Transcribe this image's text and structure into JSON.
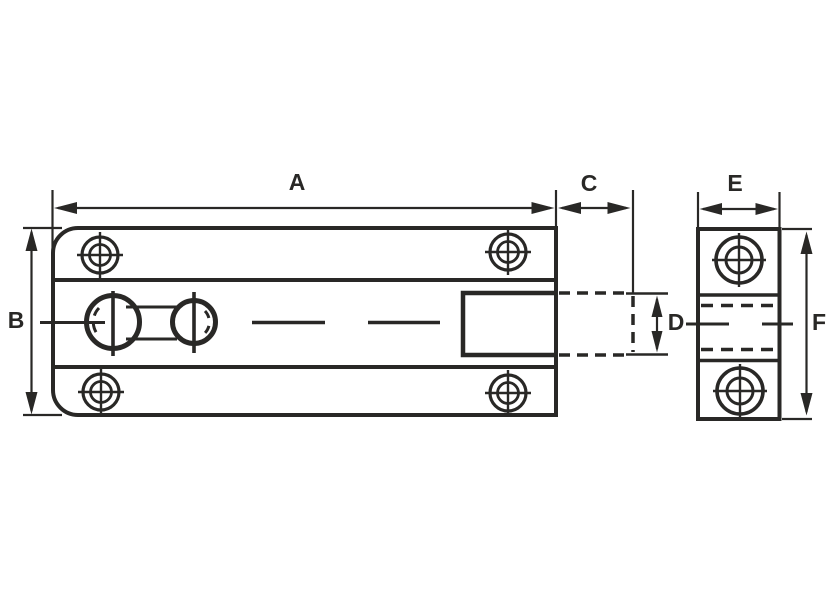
{
  "diagram": {
    "line_color": "#292826",
    "background_color": "#ffffff",
    "dimension_labels": {
      "a": "A",
      "b": "B",
      "c": "C",
      "d": "D",
      "e": "E",
      "f": "F"
    }
  }
}
